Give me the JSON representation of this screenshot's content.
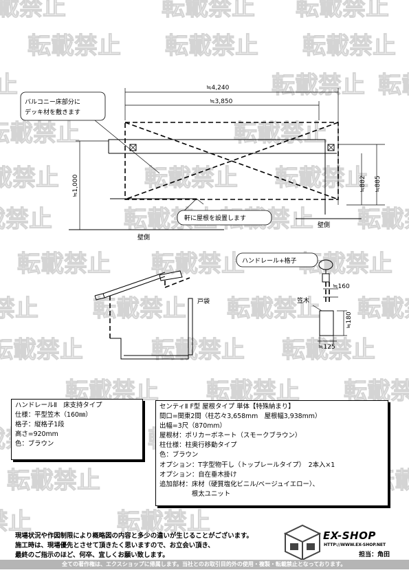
{
  "watermark": {
    "text": "転載禁止"
  },
  "plan": {
    "callout_deck": [
      "バルコニー床部分に",
      "デッキ材を敷きます"
    ],
    "dim_total": "≒4,240",
    "dim_roof": "≒3,850",
    "dim_left_height": "≒1,000",
    "dim_882": "≒882",
    "dim_885": "≒885",
    "callout_eaves": "軒に屋根を設置します",
    "wall_left": "壁側",
    "wall_right": "壁側"
  },
  "section": {
    "door_pocket": "戸袋"
  },
  "handrail_detail": {
    "callout": "ハンドレール+格子",
    "dim_160": "≒160",
    "post_label": "笠木",
    "dim_180": "≒180",
    "dim_125": "≒125"
  },
  "spec_handrail": {
    "lines": [
      "ハンドレールⅡ　床支持タイプ",
      "仕様：平型笠木（160㎜）",
      "格子：縦格子1段",
      "高さ=920mm",
      "色：ブラウン"
    ]
  },
  "spec_roof": {
    "lines": [
      "センティⅡ  F型  屋根タイプ  単体【特殊納まり】",
      "間口=関東2間（柱芯々3,658mm　屋根幅3,938mm）",
      "出幅=3尺（870mm）",
      "屋根材：ポリカーボネート（スモークブラウン）",
      "柱仕様：柱奥行移動タイプ",
      "色：ブラウン",
      "オプション：T字型物干し（トップレールタイプ）　2本入×1",
      "オプション：自在垂木掛け",
      "追加部材：床材（硬質塩化ビニル/ベージュイエロー）、",
      "　　　　　根太ユニット"
    ]
  },
  "footnote": {
    "lines": [
      "現場状況や作図制限により概略図の内容と多少の違いが生じることがございます。",
      "施工時は、現場優先とさせて頂きたく思いますので、お立会い頂き、",
      "最終のご指示のほど、何卒、宜しくお願い致します。"
    ]
  },
  "brand": {
    "name": "EX-SHOP",
    "url": "HTTP://WWW.EX-SHOP.NET",
    "tanto": "担当：角田"
  },
  "footer": {
    "text": "全ての著作権は、エクスショップに帰属します。当社とのお取引目的外の使用・複製・転載禁止となっております。"
  }
}
